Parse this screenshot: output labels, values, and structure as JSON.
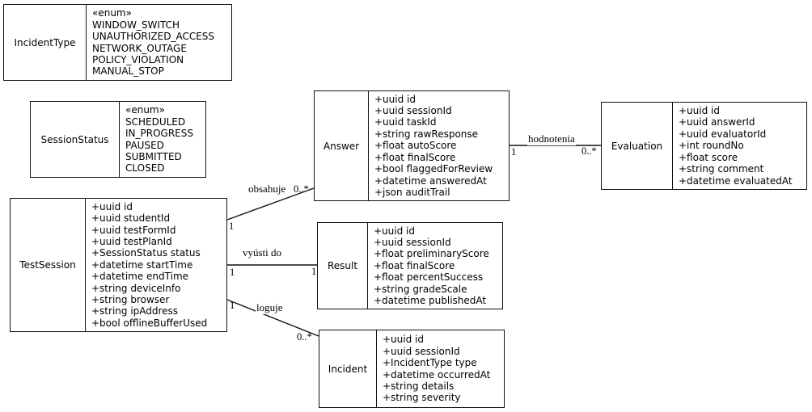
{
  "diagram": {
    "background_color": "#ffffff",
    "stroke_color": "#111111",
    "entities": [
      {
        "name": "IncidentType",
        "kind": "enumeration",
        "attributes": [
          "«enum»",
          "WINDOW_SWITCH",
          "UNAUTHORIZED_ACCESS",
          "NETWORK_OUTAGE",
          "POLICY_VIOLATION",
          "MANUAL_STOP"
        ]
      },
      {
        "name": "SessionStatus",
        "kind": "enumeration",
        "attributes": [
          "«enum»",
          "SCHEDULED",
          "IN_PROGRESS",
          "PAUSED",
          "SUBMITTED",
          "CLOSED"
        ]
      },
      {
        "name": "TestSession",
        "kind": "class",
        "attributes": [
          "+uuid id",
          "+uuid studentId",
          "+uuid testFormId",
          "+uuid testPlanId",
          "+SessionStatus status",
          "+datetime startTime",
          "+datetime endTime",
          "+string deviceInfo",
          "+string browser",
          "+string ipAddress",
          "+bool offlineBufferUsed"
        ]
      },
      {
        "name": "Answer",
        "kind": "class",
        "attributes": [
          "+uuid id",
          "+uuid sessionId",
          "+uuid taskId",
          "+string rawResponse",
          "+float autoScore",
          "+float finalScore",
          "+bool flaggedForReview",
          "+datetime answeredAt",
          "+json auditTrail"
        ]
      },
      {
        "name": "Evaluation",
        "kind": "class",
        "attributes": [
          "+uuid id",
          "+uuid answerId",
          "+uuid evaluatorId",
          "+int roundNo",
          "+float score",
          "+string comment",
          "+datetime evaluatedAt"
        ]
      },
      {
        "name": "Result",
        "kind": "class",
        "attributes": [
          "+uuid id",
          "+uuid sessionId",
          "+float preliminaryScore",
          "+float finalScore",
          "+float percentSuccess",
          "+string gradeScale",
          "+datetime publishedAt"
        ]
      },
      {
        "name": "Incident",
        "kind": "class",
        "attributes": [
          "+uuid id",
          "+uuid sessionId",
          "+IncidentType type",
          "+datetime occurredAt",
          "+string details",
          "+string severity"
        ]
      }
    ],
    "relations": [
      {
        "label": "obsahuje",
        "from": "TestSession",
        "to": "Answer",
        "from_multiplicity": "1",
        "to_multiplicity": "0..*"
      },
      {
        "label": "hodnotenia",
        "from": "Answer",
        "to": "Evaluation",
        "from_multiplicity": "1",
        "to_multiplicity": "0..*"
      },
      {
        "label": "vyústi do",
        "from": "TestSession",
        "to": "Result",
        "from_multiplicity": "1",
        "to_multiplicity": "1"
      },
      {
        "label": "loguje",
        "from": "TestSession",
        "to": "Incident",
        "from_multiplicity": "1",
        "to_multiplicity": "0..*"
      }
    ]
  }
}
